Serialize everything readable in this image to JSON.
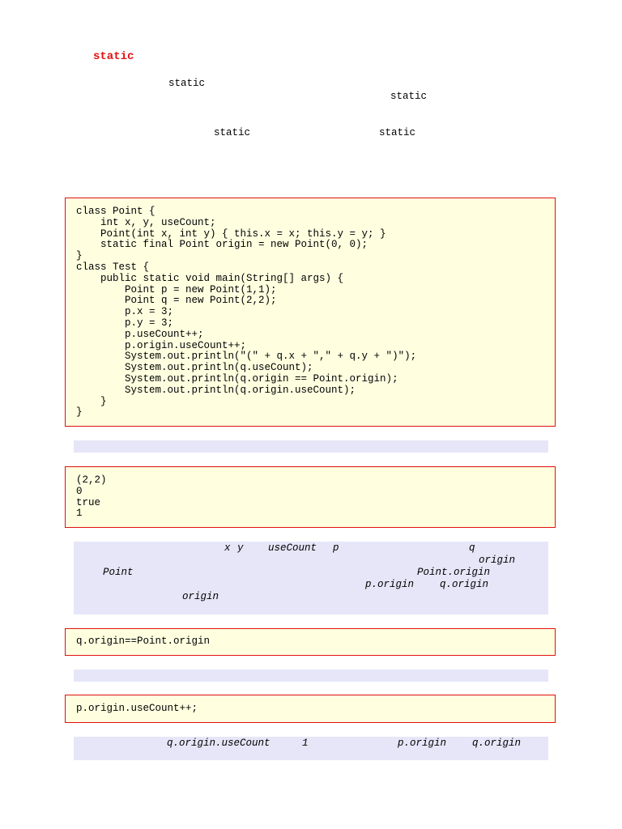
{
  "heading": "static",
  "intro_keywords": [
    "static",
    "static",
    "static",
    "static"
  ],
  "code_listing": [
    "class Point {",
    "    int x, y, useCount;",
    "    Point(int x, int y) { this.x = x; this.y = y; }",
    "    static final Point origin = new Point(0, 0);",
    "}",
    "class Test {",
    "    public static void main(String[] args) {",
    "        Point p = new Point(1,1);",
    "        Point q = new Point(2,2);",
    "        p.x = 3;",
    "        p.y = 3;",
    "        p.useCount++;",
    "        p.origin.useCount++;",
    "        System.out.println(\"(\" + q.x + \",\" + q.y + \")\");",
    "        System.out.println(q.useCount);",
    "        System.out.println(q.origin == Point.origin);",
    "        System.out.println(q.origin.useCount);",
    "    }",
    "}"
  ],
  "output_listing": [
    "(2,2)",
    "0",
    "true",
    "1"
  ],
  "note1_terms": [
    "x",
    "y",
    "useCount",
    "p",
    "q",
    "origin",
    "Point",
    "Point.origin",
    "p.origin",
    "q.origin",
    "origin"
  ],
  "snippet1": "q.origin==Point.origin",
  "snippet2": "p.origin.useCount++;",
  "note2_terms": [
    "q.origin.useCount",
    "1",
    "p.origin",
    "q.origin"
  ]
}
